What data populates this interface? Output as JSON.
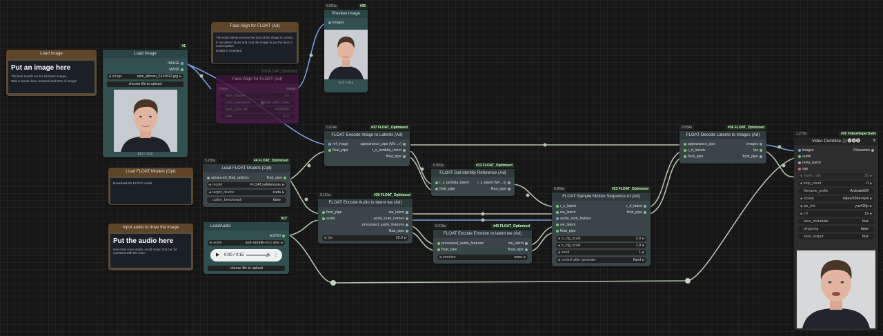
{
  "nodes": {
    "load_image_note": {
      "title": "Load Image",
      "heading": "Put an image here",
      "lines": [
        "The best results are for 512x512 images",
        "With a human face centered and 60% of margin"
      ]
    },
    "load_image": {
      "title": "Load Image",
      "id": "#1",
      "outputs": [
        "IMAGE",
        "MASK"
      ],
      "image_label": "image",
      "image_value": "sam_altman_512x512.jpg",
      "upload_label": "choose file to upload",
      "image_size": "512 × 512"
    },
    "face_align_note": {
      "title": "Face Align for FLOAT (Ad)",
      "lines": [
        "The node below ensures the size of the image is correct.",
        "It can detect faces and crop the image to put the face in correct place.",
        "Enable it if needed"
      ]
    },
    "face_align": {
      "badge": "#33 FLOAT_Optimized",
      "title": "Face Align for FLOAT (Ad)",
      "input": "image",
      "output": "image",
      "widgets": [
        {
          "label": "face_margin",
          "value": "1.6"
        },
        {
          "label": "crop_resolution",
          "value": "Model_with_code"
        },
        {
          "label": "face_color_fill",
          "value": "#000000"
        },
        {
          "label": "size",
          "value": "512"
        }
      ]
    },
    "preview": {
      "title": "Preview Image",
      "id": "#35",
      "timer": "0.001s",
      "input": "images",
      "image_size": "512 × 512"
    },
    "models_note": {
      "title": "Load FLOAT Models (Opt)",
      "lines": [
        "Download the FLOAT model"
      ]
    },
    "models": {
      "title": "Load FLOAT Models (Opt)",
      "id": "#4 FLOAT_Optimized",
      "timer": "5.235s",
      "input": "advanced_float_options",
      "output": "float_pipe",
      "widgets": [
        {
          "label": "model",
          "value": "FLOAT.safetensors"
        },
        {
          "label": "target_device",
          "value": "cuda"
        },
        {
          "label": "cudnn_benchmark",
          "value": "false"
        }
      ]
    },
    "audio_note": {
      "title": "Input audio to drive the image",
      "heading": "Put the audio here",
      "lines": [
        "Use clear voice audio, avoid music that can be confused with the voice"
      ]
    },
    "load_audio": {
      "title": "LoadAudio",
      "id": "#17",
      "output": "AUDIO",
      "audio_label": "audio",
      "audio_value": "aud-sample-vs-1.wav",
      "player_time": "0:00 / 0:15",
      "upload_label": "choose file to upload"
    },
    "encode_image": {
      "title": "FLOAT Encode Image to Latents (Ad)",
      "id": "#37 FLOAT_Optimized",
      "timer": "0.624s",
      "inputs": [
        "ref_image",
        "float_pipe"
      ],
      "outputs": [
        "appearance_pipe (Wx→r)",
        "r_s_lambda_latent",
        "float_pipe"
      ]
    },
    "identity": {
      "title": "FLOAT Get Identity Reference (Ad)",
      "id": "#13 FLOAT_Optimized",
      "timer": "0.003s",
      "inputs": [
        "r_s_lambda_latent",
        "float_pipe"
      ],
      "outputs": [
        "r_s_latent (Wr→s)",
        "float_pipe"
      ]
    },
    "encode_audio": {
      "title": "FLOAT Encode Audio to latent wa (Ad)",
      "id": "#39 FLOAT_Optimized",
      "timer": "0.151s",
      "inputs": [
        "float_pipe",
        "audio"
      ],
      "outputs": [
        "wa_latent",
        "audio_num_frames",
        "processed_audio_features",
        "float_pipe"
      ],
      "widgets": [
        {
          "label": "fps",
          "value": "25.0"
        }
      ]
    },
    "encode_emotion": {
      "title": "FLOAT Encode Emotion to latent we (Ad)",
      "id": "#40 FLOAT_Optimized",
      "timer": "0.410s",
      "inputs": [
        "processed_audio_features",
        "float_pipe"
      ],
      "outputs": [
        "we_latent",
        "float_pipe"
      ],
      "widgets": [
        {
          "label": "emotion",
          "value": "none"
        }
      ]
    },
    "sample_motion": {
      "title": "FLOAT Sample Motion Sequence rd (Ad)",
      "id": "#23 FLOAT_Optimized",
      "timer": "0.868s",
      "inputs": [
        "r_s_latent",
        "wa_latent",
        "audio_num_frames",
        "we_latent",
        "float_pipe"
      ],
      "outputs": [
        "r_d_latent",
        "float_pipe"
      ],
      "widgets": [
        {
          "label": "a_cfg_scale",
          "value": "2.0"
        },
        {
          "label": "e_cfg_scale",
          "value": "1.0"
        },
        {
          "label": "seed",
          "value": "1"
        },
        {
          "label": "control after generate",
          "value": "fixed"
        }
      ]
    },
    "decode": {
      "title": "FLOAT Decode Latents to Images (Ad)",
      "id": "#36 FLOAT_Optimized",
      "timer": "9.554s",
      "inputs": [
        "appearance_pipe",
        "r_d_latents",
        "float_pipe"
      ],
      "outputs": [
        "images",
        "fps",
        "float_pipe"
      ]
    },
    "video_combine": {
      "title": "Video Combine 🎥🅥🅗🅢",
      "id": "#30 VideoHelperSuite",
      "timer": "1.275s",
      "inputs": [
        "images",
        "audio",
        "meta_batch",
        "vae"
      ],
      "output": "Filenames",
      "widgets": [
        {
          "label": "frame_rate",
          "value": "25"
        },
        {
          "label": "loop_count",
          "value": "0"
        },
        {
          "label": "filename_prefix",
          "value": "AnimateDiff"
        },
        {
          "label": "format",
          "value": "video/h264-mp4"
        },
        {
          "label": "pix_fmt",
          "value": "yuv420p"
        },
        {
          "label": "crf",
          "value": "19"
        },
        {
          "label": "save_metadata",
          "value": "true"
        },
        {
          "label": "pingpong",
          "value": "false"
        },
        {
          "label": "save_output",
          "value": "true"
        }
      ],
      "help": "?"
    }
  },
  "colors": {
    "canvas": "#171717",
    "link": "#b5c4b1",
    "link_blue": "#7aa0e0",
    "accent_green": "#7cc87c"
  }
}
